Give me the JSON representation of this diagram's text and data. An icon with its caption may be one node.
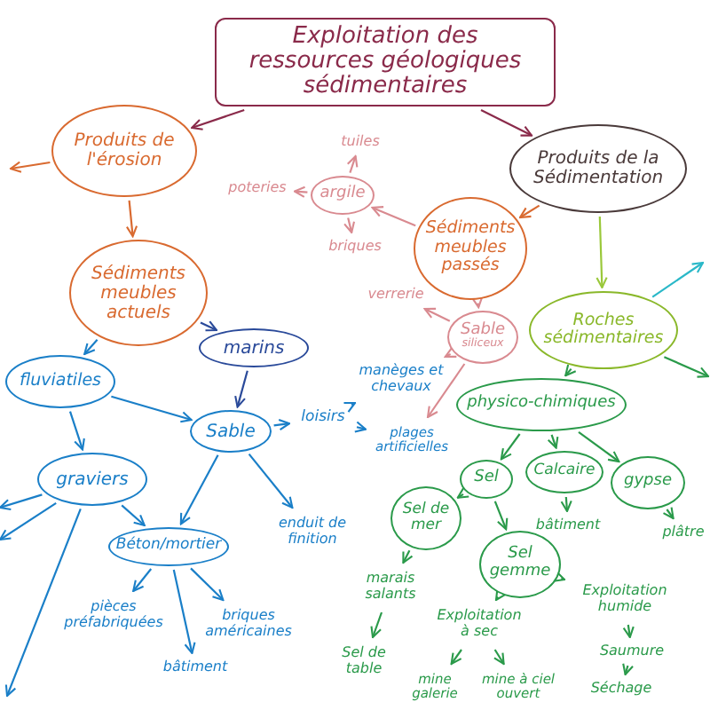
{
  "diagram": {
    "title": "Exploitation des ressources géologiques sédimentaires",
    "nodes": [
      {
        "text": [],
        "shape": "box"
      },
      {
        "text": [
          "Produits de l'érosion"
        ]
      },
      {
        "text": [
          "Produits de la Sédimentation"
        ]
      },
      {
        "text": [
          "Sédiments meubles actuels"
        ]
      },
      {
        "text": [
          "Sédiments meubles passés"
        ]
      },
      {
        "text": [
          "argile"
        ]
      },
      {
        "text": [
          "tuiles"
        ]
      },
      {
        "text": [
          "poteries"
        ]
      },
      {
        "text": [
          "briques"
        ]
      },
      {
        "text": [
          "verrerie"
        ]
      },
      {
        "text": [
          "Sable",
          "siliceux"
        ]
      },
      {
        "text": [
          "manèges et chevaux"
        ]
      },
      {
        "text": [
          "plages artificielles"
        ]
      },
      {
        "text": [
          "Roches sédimentaires"
        ]
      },
      {
        "text": [
          "physico-chimiques"
        ]
      },
      {
        "text": [
          "Sel"
        ]
      },
      {
        "text": [
          "Calcaire"
        ]
      },
      {
        "text": [
          "gypse"
        ]
      },
      {
        "text": [
          "bâtiment"
        ]
      },
      {
        "text": [
          "plâtre"
        ]
      },
      {
        "text": [
          "Sel de mer"
        ]
      },
      {
        "text": [
          "Sel gemme"
        ]
      },
      {
        "text": [
          "marais salants"
        ]
      },
      {
        "text": [
          "Sel de table"
        ]
      },
      {
        "text": [
          "Exploitation à sec"
        ]
      },
      {
        "text": [
          "mine galerie"
        ]
      },
      {
        "text": [
          "mine à ciel ouvert"
        ]
      },
      {
        "text": [
          "Exploitation humide"
        ]
      },
      {
        "text": [
          "Saumure"
        ]
      },
      {
        "text": [
          "Séchage"
        ]
      },
      {
        "text": [
          "fluviatiles"
        ]
      },
      {
        "text": [
          "marins"
        ]
      },
      {
        "text": [
          "Sable"
        ]
      },
      {
        "text": [
          "graviers"
        ]
      },
      {
        "text": [
          "Béton/mortier"
        ]
      },
      {
        "text": [
          "pièces préfabriquées"
        ]
      },
      {
        "text": [
          "bâtiment"
        ]
      },
      {
        "text": [
          "briques américaines"
        ]
      },
      {
        "text": [
          "loisirs"
        ]
      },
      {
        "text": [
          "enduit de finition"
        ]
      }
    ],
    "edges": [
      {
        "from": 0,
        "to": 1,
        "arrow": "to",
        "color": "#8a2a4a"
      },
      {
        "from": 0,
        "to": 2,
        "arrow": "to",
        "color": "#8a2a4a"
      },
      {
        "from": 1,
        "to": 3,
        "arrow": "to",
        "color": "#d96a30"
      },
      {
        "from": 1,
        "to": null,
        "arrow": "to",
        "color": "#d96a30"
      },
      {
        "from": 2,
        "to": 4,
        "arrow": "to",
        "color": "#d96a30"
      },
      {
        "from": 2,
        "to": 13,
        "arrow": "to",
        "color": "#9ac83a"
      },
      {
        "from": 4,
        "to": 5,
        "arrow": "to",
        "color": "#d98a90"
      },
      {
        "from": 5,
        "to": 6,
        "arrow": "to",
        "color": "#d98a90"
      },
      {
        "from": 5,
        "to": 7,
        "arrow": "to",
        "color": "#d98a90"
      },
      {
        "from": 5,
        "to": 8,
        "arrow": "to",
        "color": "#d98a90"
      },
      {
        "from": 4,
        "to": 10,
        "arrow": "to",
        "color": "#d98a90"
      },
      {
        "from": 10,
        "to": 9,
        "arrow": "to",
        "color": "#d98a90"
      },
      {
        "from": 10,
        "to": 11,
        "arrow": "to",
        "color": "#d98a90"
      },
      {
        "from": 10,
        "to": 12,
        "arrow": "to",
        "color": "#d98a90"
      },
      {
        "from": 13,
        "to": 14,
        "arrow": "to",
        "color": "#2a9a4a"
      },
      {
        "from": 13,
        "to": null,
        "arrow": "to",
        "color": "#2ab8c8"
      },
      {
        "from": 13,
        "to": null,
        "arrow": "to",
        "color": "#2a9a4a"
      },
      {
        "from": 14,
        "to": 15,
        "arrow": "to",
        "color": "#2a9a4a"
      },
      {
        "from": 14,
        "to": 16,
        "arrow": "to",
        "color": "#2a9a4a"
      },
      {
        "from": 14,
        "to": 17,
        "arrow": "to",
        "color": "#2a9a4a"
      },
      {
        "from": 16,
        "to": 18,
        "arrow": "to",
        "color": "#2a9a4a"
      },
      {
        "from": 17,
        "to": 19,
        "arrow": "to",
        "color": "#2a9a4a"
      },
      {
        "from": 15,
        "to": 20,
        "arrow": "to",
        "color": "#2a9a4a"
      },
      {
        "from": 15,
        "to": 21,
        "arrow": "to",
        "color": "#2a9a4a"
      },
      {
        "from": 20,
        "to": 22,
        "arrow": "to",
        "color": "#2a9a4a"
      },
      {
        "from": 22,
        "to": 23,
        "arrow": "to",
        "color": "#2a9a4a"
      },
      {
        "from": 21,
        "to": 24,
        "arrow": "to",
        "color": "#2a9a4a"
      },
      {
        "from": 21,
        "to": 27,
        "arrow": "to",
        "color": "#2a9a4a"
      },
      {
        "from": 24,
        "to": 25,
        "arrow": "to",
        "color": "#2a9a4a"
      },
      {
        "from": 24,
        "to": 26,
        "arrow": "to",
        "color": "#2a9a4a"
      },
      {
        "from": 27,
        "to": 28,
        "arrow": "to",
        "color": "#2a9a4a"
      },
      {
        "from": 28,
        "to": 29,
        "arrow": "to",
        "color": "#2a9a4a"
      },
      {
        "from": 3,
        "to": 30,
        "arrow": "to",
        "color": "#1a7fc8"
      },
      {
        "from": 3,
        "to": 31,
        "arrow": "to",
        "color": "#2a4a9a"
      },
      {
        "from": 31,
        "to": 32,
        "arrow": "to",
        "color": "#2a4a9a"
      },
      {
        "from": 30,
        "to": 32,
        "arrow": "to",
        "color": "#1a7fc8"
      },
      {
        "from": 30,
        "to": 33,
        "arrow": "to",
        "color": "#1a7fc8"
      },
      {
        "from": 33,
        "to": 34,
        "arrow": "to",
        "color": "#1a7fc8"
      },
      {
        "from": 33,
        "to": null,
        "arrow": "to",
        "color": "#1a7fc8"
      },
      {
        "from": 33,
        "to": null,
        "arrow": "to",
        "color": "#1a7fc8"
      },
      {
        "from": 33,
        "to": null,
        "arrow": "to",
        "color": "#1a7fc8"
      },
      {
        "from": 32,
        "to": 34,
        "arrow": "to",
        "color": "#1a7fc8"
      },
      {
        "from": 32,
        "to": 38,
        "arrow": "to",
        "color": "#1a7fc8"
      },
      {
        "from": 32,
        "to": 39,
        "arrow": "to",
        "color": "#1a7fc8"
      },
      {
        "from": 34,
        "to": 35,
        "arrow": "to",
        "color": "#1a7fc8"
      },
      {
        "from": 34,
        "to": 36,
        "arrow": "to",
        "color": "#1a7fc8"
      },
      {
        "from": 34,
        "to": 37,
        "arrow": "to",
        "color": "#1a7fc8"
      },
      {
        "from": 38,
        "to": 11,
        "arrow": "to",
        "color": "#1a7fc8"
      },
      {
        "from": 38,
        "to": 12,
        "arrow": "to",
        "color": "#1a7fc8"
      }
    ]
  }
}
